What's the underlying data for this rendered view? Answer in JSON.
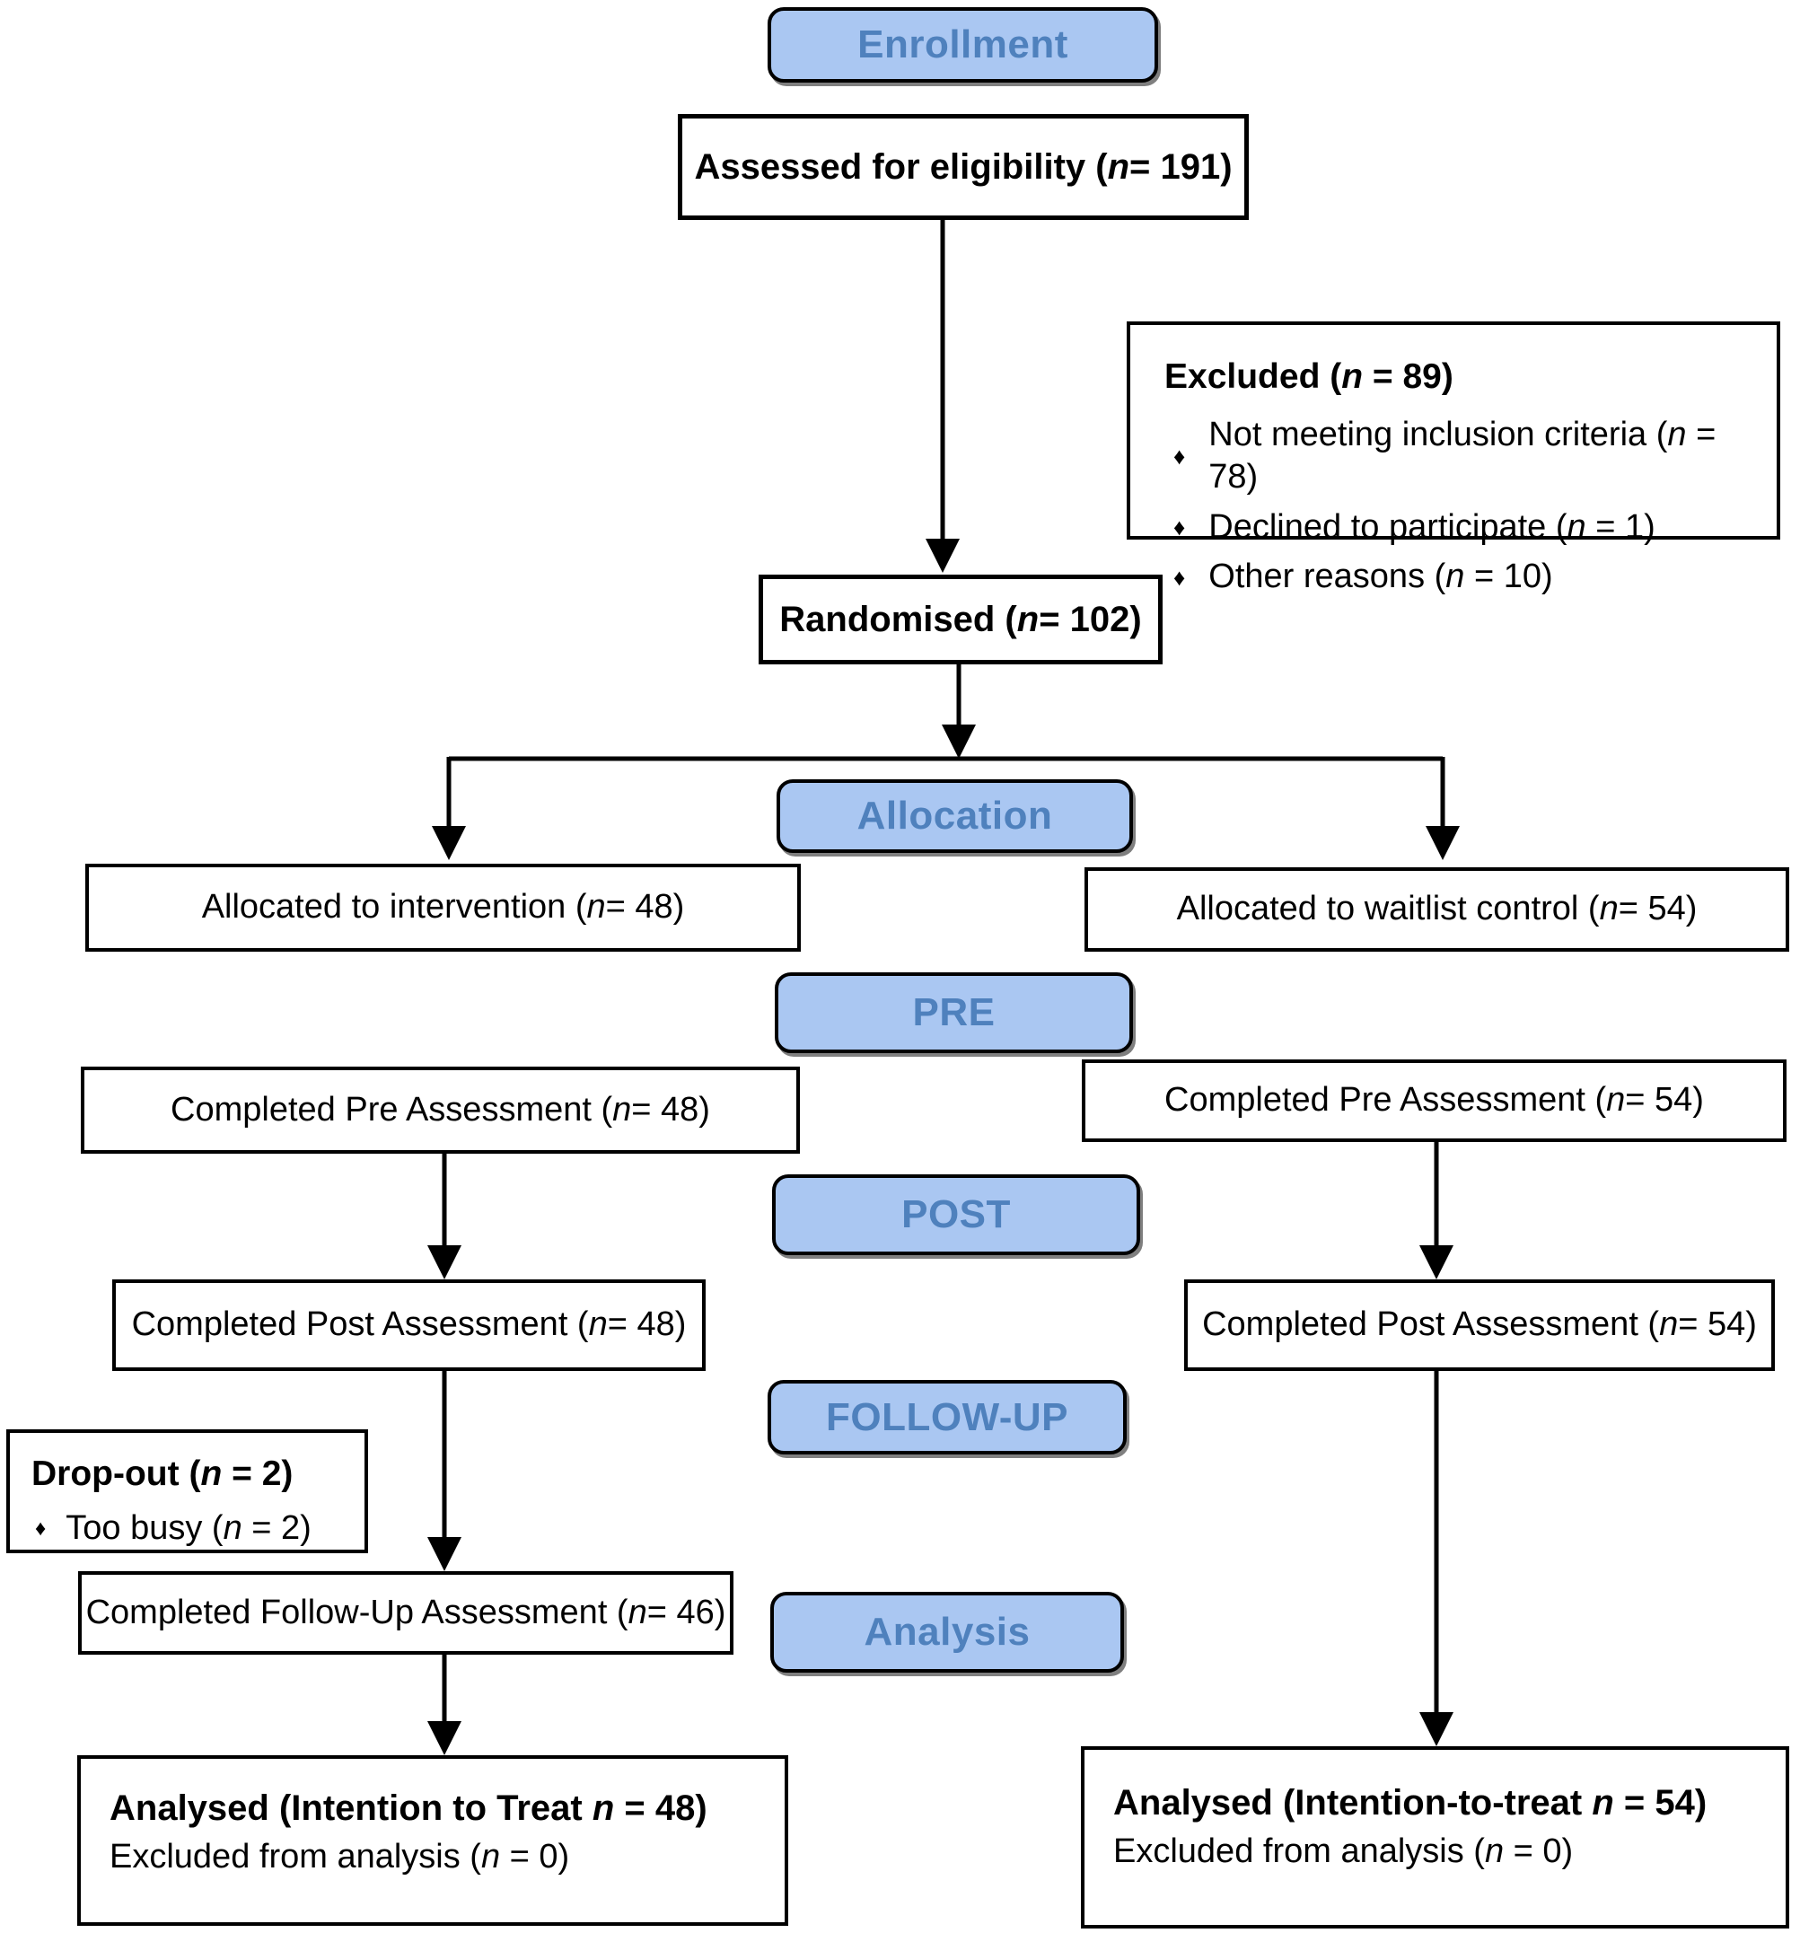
{
  "colors": {
    "stage_fill": "#AAC7F2",
    "stage_text": "#4F81BD",
    "box_border": "#000000"
  },
  "bullet_glyph": "♦",
  "stages": {
    "enrollment": "Enrollment",
    "allocation": "Allocation",
    "pre": "PRE",
    "post": "POST",
    "follow_up": "FOLLOW-UP",
    "analysis": "Analysis"
  },
  "nodes": {
    "assessed": "Assessed for eligibility (n = 191)",
    "excluded": {
      "title": "Excluded (n = 89)",
      "bullets": [
        "Not meeting inclusion criteria (n = 78)",
        "Declined to participate (n = 1)",
        "Other reasons (n = 10)"
      ]
    },
    "randomised": "Randomised (n = 102)",
    "allocated_intervention": "Allocated to intervention (n = 48)",
    "allocated_control": "Allocated to waitlist control (n = 54)",
    "pre_intervention": "Completed Pre Assessment (n = 48)",
    "pre_control": "Completed Pre Assessment (n = 54)",
    "post_intervention": "Completed Post Assessment (n = 48)",
    "post_control": "Completed Post Assessment (n = 54)",
    "dropout": {
      "title": "Drop-out (n = 2)",
      "bullets": [
        "Too busy (n = 2)"
      ]
    },
    "followup_intervention": "Completed Follow-Up Assessment (n = 46)",
    "analysed_intervention": {
      "title": "Analysed (Intention to Treat n = 48)",
      "subtitle": "Excluded from analysis (n = 0)"
    },
    "analysed_control": {
      "title": "Analysed (Intention-to-treat n = 54)",
      "subtitle": "Excluded from analysis (n = 0)"
    }
  }
}
